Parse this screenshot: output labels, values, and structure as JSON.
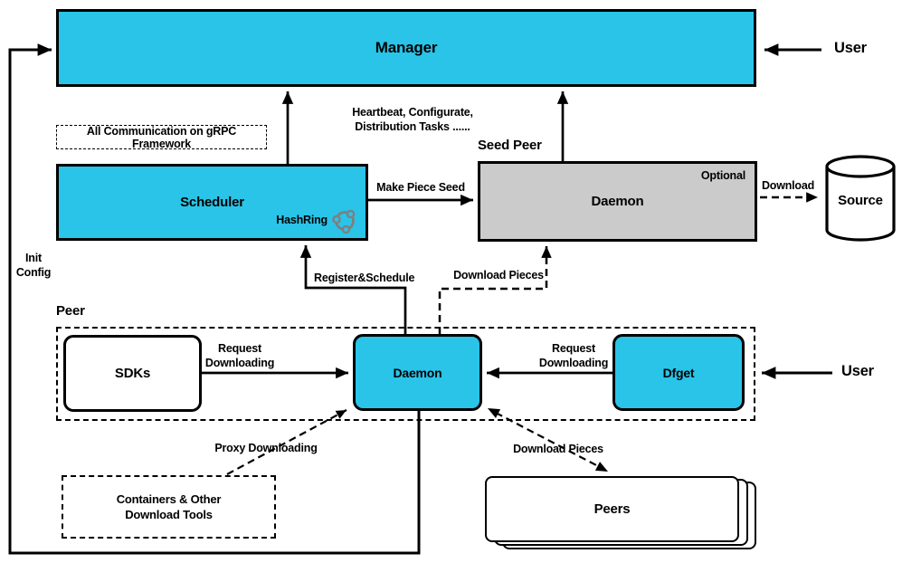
{
  "colors": {
    "accent_cyan": "#29C4E8",
    "seed_daemon_gray": "#CBCBCB",
    "line_black": "#000000",
    "hashring_icon_gray": "#7F7F7F"
  },
  "nodes": {
    "manager": "Manager",
    "scheduler": "Scheduler",
    "hashring_badge": "HashRing",
    "grpc_note": "All Communication on gRPC Framework",
    "seed_peer_group": "Seed Peer",
    "seed_daemon": "Daemon",
    "seed_daemon_optional": "Optional",
    "source": "Source",
    "peer_group": "Peer",
    "sdks": "SDKs",
    "peer_daemon": "Daemon",
    "dfget": "Dfget",
    "containers_line1": "Containers & Other",
    "containers_line2": "Download Tools",
    "peers": "Peers"
  },
  "actors": {
    "user_top": "User",
    "user_bottom": "User"
  },
  "edge_labels": {
    "heartbeat_line1": "Heartbeat, Configurate,",
    "heartbeat_line2": "Distribution Tasks ......",
    "make_piece_seed": "Make Piece Seed",
    "download": "Download",
    "init_config_line1": "Init",
    "init_config_line2": "Config",
    "register_schedule": "Register&Schedule",
    "download_pieces_top": "Download Pieces",
    "request_downloading_sdks_line1": "Request",
    "request_downloading_sdks_line2": "Downloading",
    "request_downloading_dfget_line1": "Request",
    "request_downloading_dfget_line2": "Downloading",
    "proxy_downloading": "Proxy Downloading",
    "download_pieces_bottom": "Download Pieces"
  }
}
